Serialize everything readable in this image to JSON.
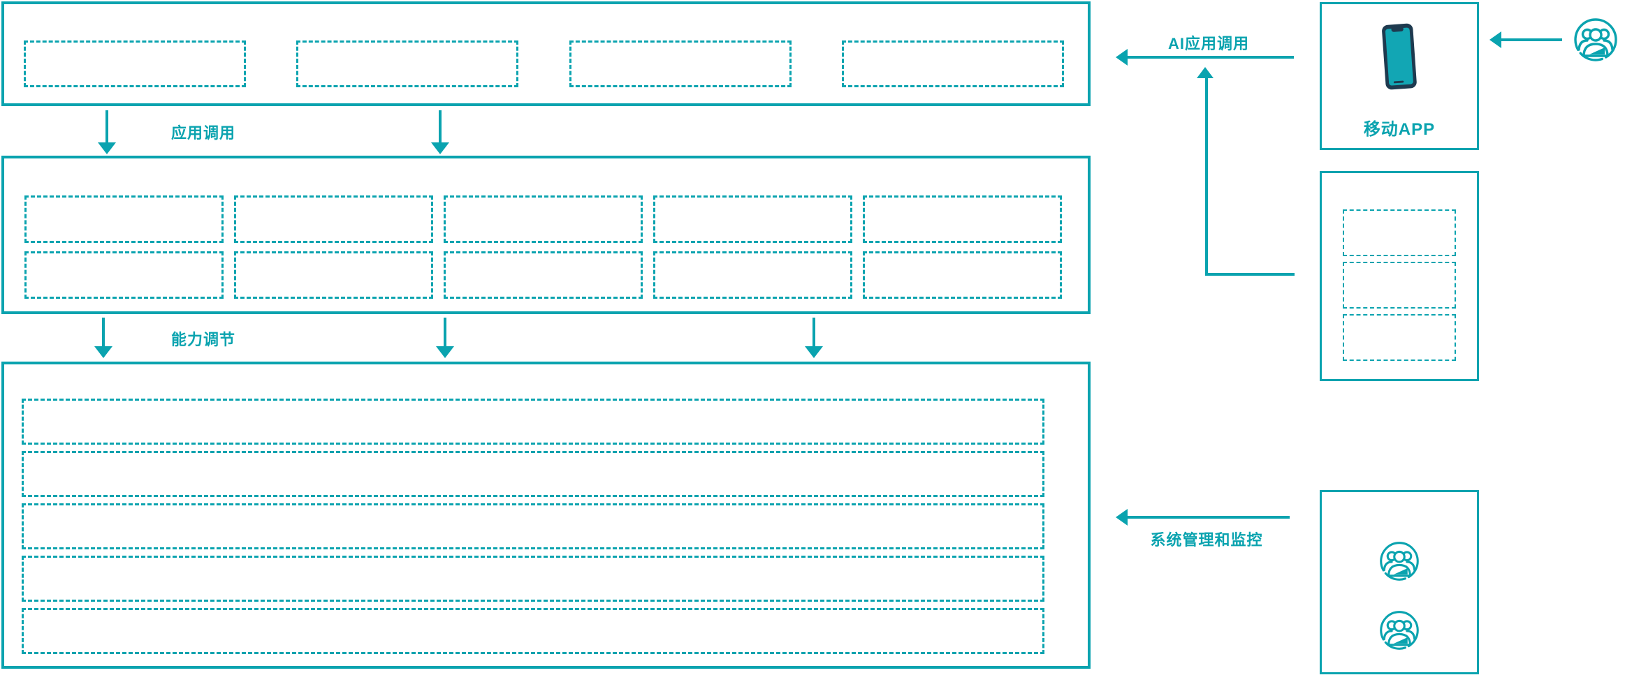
{
  "colors": {
    "teal": "#0aa3af",
    "navy": "#1e3a4f",
    "screen_teal": "#12a6b4",
    "background": "#ffffff"
  },
  "diagram": {
    "app_layer": {
      "placeholder_count": 4
    },
    "service_layer": {
      "placeholder_count": 10
    },
    "capability_layer": {
      "placeholder_count": 5
    },
    "flow_labels": {
      "app_call": "应用调用",
      "capability_adjust": "能力调节",
      "ai_app_call": "AI应用调用",
      "system_management": "系统管理和监控"
    },
    "right_panel": {
      "mobile_app": {
        "label": "移动APP",
        "icon": "smartphone-icon"
      },
      "client_box": {
        "placeholder_count": 3
      },
      "admin_box": {
        "icon": "users-icon",
        "icon_count": 2
      },
      "end_user": {
        "icon": "users-icon"
      }
    }
  }
}
